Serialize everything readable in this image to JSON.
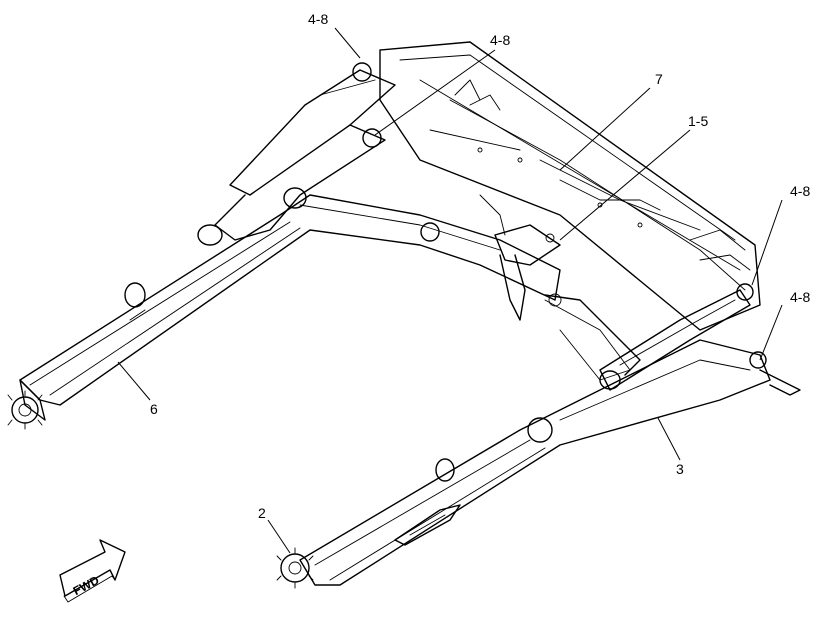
{
  "callouts": {
    "c48_top": "4-8",
    "c48_mid": "4-8",
    "c7": "7",
    "c15": "1-5",
    "c48_right_upper": "4-8",
    "c48_right_lower": "4-8",
    "c6": "6",
    "c3": "3",
    "c2": "2"
  },
  "fwd_label": "FWD"
}
